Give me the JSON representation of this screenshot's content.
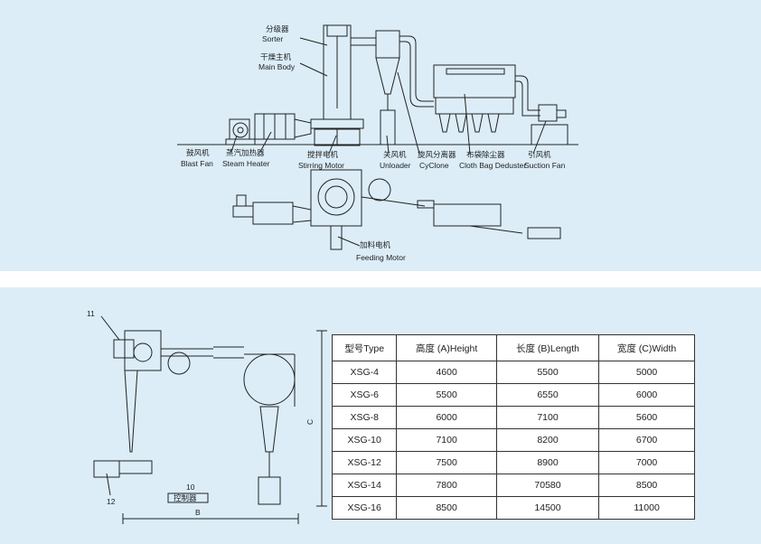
{
  "top_labels": {
    "sorter_cn": "分级器",
    "sorter_en": "Sorter",
    "main_body_cn": "干燥主机",
    "main_body_en": "Main Body",
    "blast_fan_cn": "鼓风机",
    "blast_fan_en": "Blast Fan",
    "steam_heater_cn": "蒸汽加热器",
    "steam_heater_en": "Steam Heater",
    "stirring_motor_cn": "搅拌电机",
    "stirring_motor_en": "Stirring Motor",
    "unloader_cn": "关风机",
    "unloader_en": "Unloader",
    "cyclone_cn": "旋风分离器",
    "cyclone_en": "CyClone",
    "deduster_cn": "布袋除尘器",
    "deduster_en": "Cloth Bag Deduster",
    "suction_fan_cn": "引风机",
    "suction_fan_en": "Suction Fan",
    "feeding_motor_cn": "加料电机",
    "feeding_motor_en": "Feeding Motor"
  },
  "drawing": {
    "callout_11": "11",
    "callout_12": "12",
    "callout_10": "10",
    "control_box": "控制器",
    "dim_b": "B",
    "dim_c": "C"
  },
  "table": {
    "headers": [
      "型号Type",
      "高度 (A)Height",
      "长度 (B)Length",
      "宽度 (C)Width"
    ],
    "rows": [
      [
        "XSG-4",
        "4600",
        "5500",
        "5000"
      ],
      [
        "XSG-6",
        "5500",
        "6550",
        "6000"
      ],
      [
        "XSG-8",
        "6000",
        "7100",
        "5600"
      ],
      [
        "XSG-10",
        "7100",
        "8200",
        "6700"
      ],
      [
        "XSG-12",
        "7500",
        "8900",
        "7000"
      ],
      [
        "XSG-14",
        "7800",
        "70580",
        "8500"
      ],
      [
        "XSG-16",
        "8500",
        "14500",
        "11000"
      ]
    ]
  },
  "colors": {
    "panel": "#dcedf8",
    "line": "#222222"
  }
}
